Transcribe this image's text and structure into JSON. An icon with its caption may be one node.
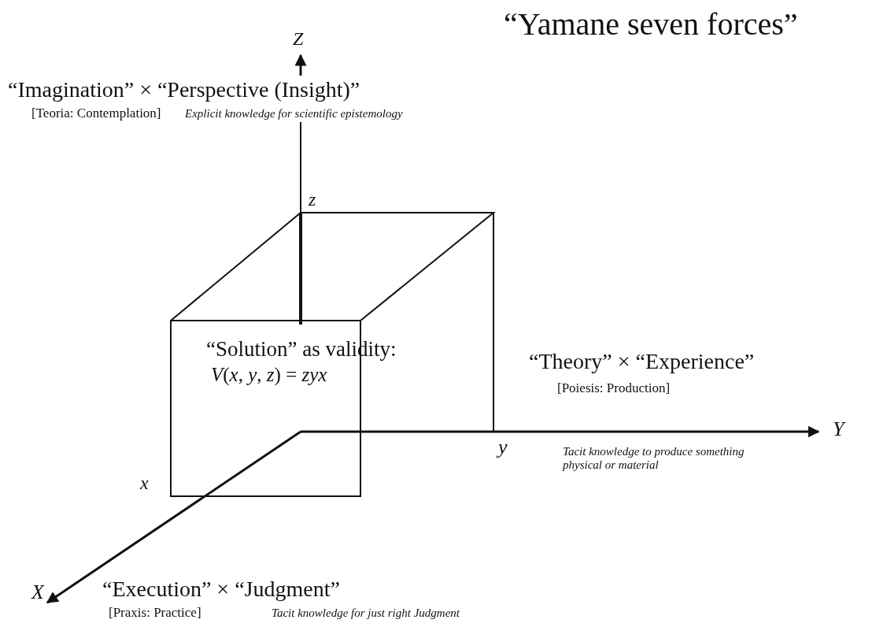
{
  "diagram": {
    "title": "“Yamane seven forces”",
    "labels": [
      "Z",
      "“Imagination” × “Perspective (Insight)”",
      "[Teoria: Contemplation]",
      "Explicit knowledge for scientific epistemology",
      "z",
      "“Solution” as validity:",
      "*V*(*x*, *y*, *z*) = *zyx*",
      "“Theory” × “Experience”",
      "[Poiesis: Production]",
      "Y",
      "y",
      "Tacit knowledge to produce something physical or material",
      "x",
      "X",
      "“Execution” × “Judgment”",
      "[Praxis: Practice]",
      "Tacit knowledge for just right Judgment"
    ]
  }
}
